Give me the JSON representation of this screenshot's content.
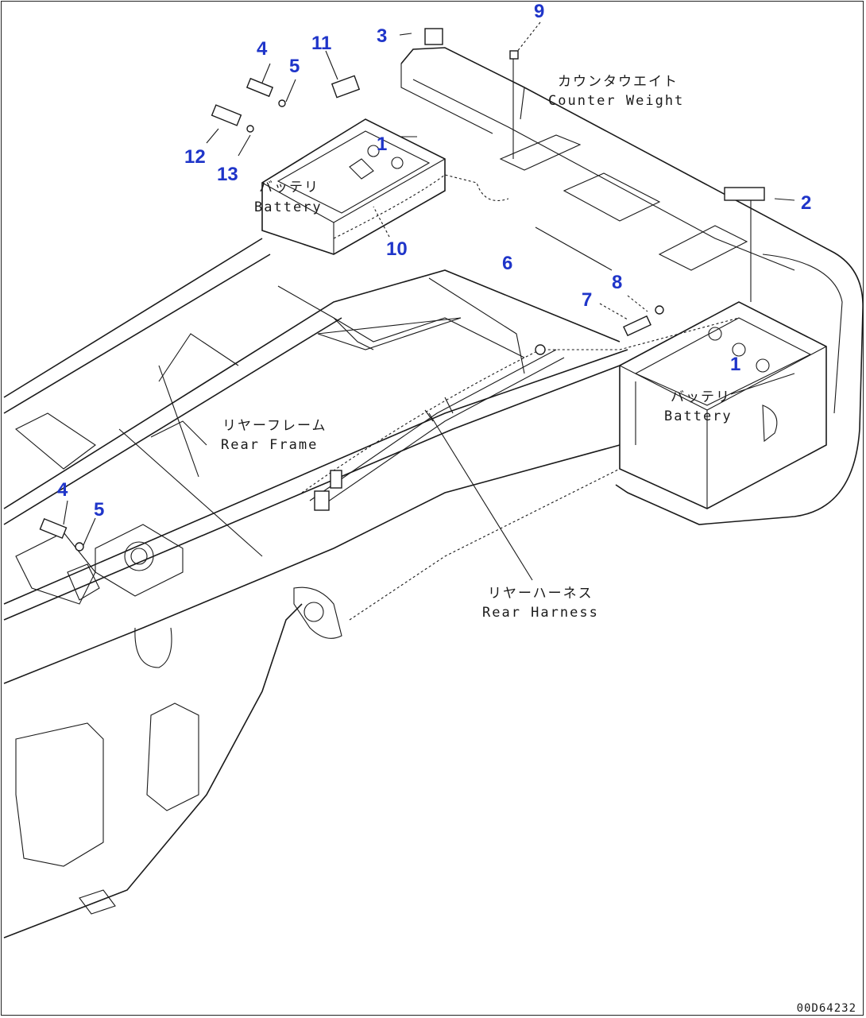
{
  "labels": {
    "counterweight_jp": "カウンタウエイト",
    "counterweight_en": "Counter Weight",
    "battery_left_jp": "バッテリ",
    "battery_left_en": "Battery",
    "battery_right_jp": "バッテリ",
    "battery_right_en": "Battery",
    "rear_frame_jp": "リヤーフレーム",
    "rear_frame_en": "Rear Frame",
    "rear_harness_jp": "リヤーハーネス",
    "rear_harness_en": "Rear Harness"
  },
  "callouts": {
    "c1a": "1",
    "c1b": "1",
    "c2": "2",
    "c3": "3",
    "c4a": "4",
    "c4b": "4",
    "c5a": "5",
    "c5b": "5",
    "c6": "6",
    "c7": "7",
    "c8": "8",
    "c9": "9",
    "c10": "10",
    "c11": "11",
    "c12": "12",
    "c13": "13"
  },
  "drawing_id": "00D64232",
  "colors": {
    "callout": "#1f35c9",
    "line": "#1a1a1a"
  }
}
